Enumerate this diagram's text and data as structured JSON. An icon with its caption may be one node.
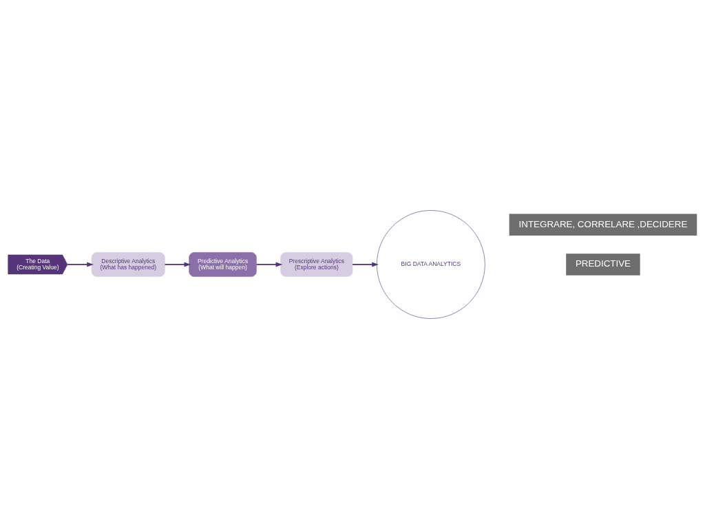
{
  "diagram": {
    "nodes": [
      {
        "text": [
          "The Data",
          "(Creating Value)"
        ]
      },
      {
        "text": [
          "Descriptive Analytics",
          "(What has happened)"
        ]
      },
      {
        "text": [
          "Predictive Analytics",
          "(What will happen)"
        ]
      },
      {
        "text": [
          "Prescriptive Analytics",
          "(Explore actions)"
        ]
      },
      {
        "text": [
          "BIG DATA ANALYTICS"
        ]
      }
    ],
    "edges": [
      {
        "from": 0,
        "to": 1,
        "arrow": "to"
      },
      {
        "from": 1,
        "to": 2,
        "arrow": "to"
      },
      {
        "from": 2,
        "to": 3,
        "arrow": "to"
      },
      {
        "from": 3,
        "to": 4,
        "arrow": "to"
      }
    ],
    "labels": [
      "PREDICTIVE",
      "INTEGRARE, CORRELARE ,DECIDERE"
    ]
  }
}
